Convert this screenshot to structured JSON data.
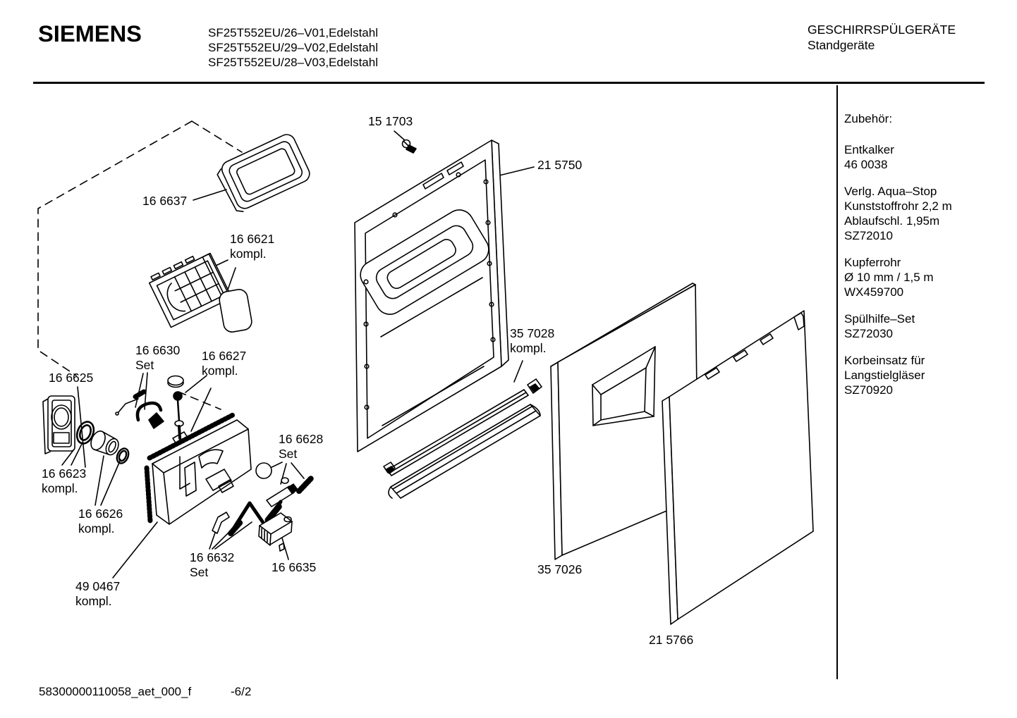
{
  "header": {
    "brand": "SIEMENS",
    "models": [
      "SF25T552EU/26–V01,Edelstahl",
      "SF25T552EU/29–V02,Edelstahl",
      "SF25T552EU/28–V03,Edelstahl"
    ],
    "category": "GESCHIRRSPÜLGERÄTE",
    "subcategory": "Standgeräte"
  },
  "accessories": {
    "title": "Zubehör:",
    "items": [
      {
        "lines": [
          "Entkalker",
          "46 0038"
        ]
      },
      {
        "lines": [
          "Verlg. Aqua–Stop",
          "Kunststoffrohr 2,2 m",
          "Ablaufschl. 1,95m",
          "SZ72010"
        ]
      },
      {
        "lines": [
          "Kupferrohr",
          "Ø 10 mm / 1,5 m",
          "WX459700"
        ]
      },
      {
        "lines": [
          "Spülhilfe–Set",
          "SZ72030"
        ]
      },
      {
        "lines": [
          "Korbeinsatz für",
          "Langstielgläser",
          "SZ70920"
        ]
      }
    ]
  },
  "parts": [
    {
      "number": "15 1703",
      "suffix": ""
    },
    {
      "number": "21 5750",
      "suffix": ""
    },
    {
      "number": "16 6637",
      "suffix": ""
    },
    {
      "number": "16 6621",
      "suffix": "kompl."
    },
    {
      "number": "16 6630",
      "suffix": "Set"
    },
    {
      "number": "16 6627",
      "suffix": "kompl."
    },
    {
      "number": "16 6625",
      "suffix": ""
    },
    {
      "number": "35 7028",
      "suffix": "kompl."
    },
    {
      "number": "16 6623",
      "suffix": "kompl."
    },
    {
      "number": "16 6626",
      "suffix": "kompl."
    },
    {
      "number": "16 6628",
      "suffix": "Set"
    },
    {
      "number": "16 6632",
      "suffix": "Set"
    },
    {
      "number": "16 6635",
      "suffix": ""
    },
    {
      "number": "49 0467",
      "suffix": "kompl."
    },
    {
      "number": "35 7026",
      "suffix": ""
    },
    {
      "number": "21 5766",
      "suffix": ""
    }
  ],
  "footer": {
    "code": "58300000110058_aet_000_f",
    "page": "-6/2"
  }
}
